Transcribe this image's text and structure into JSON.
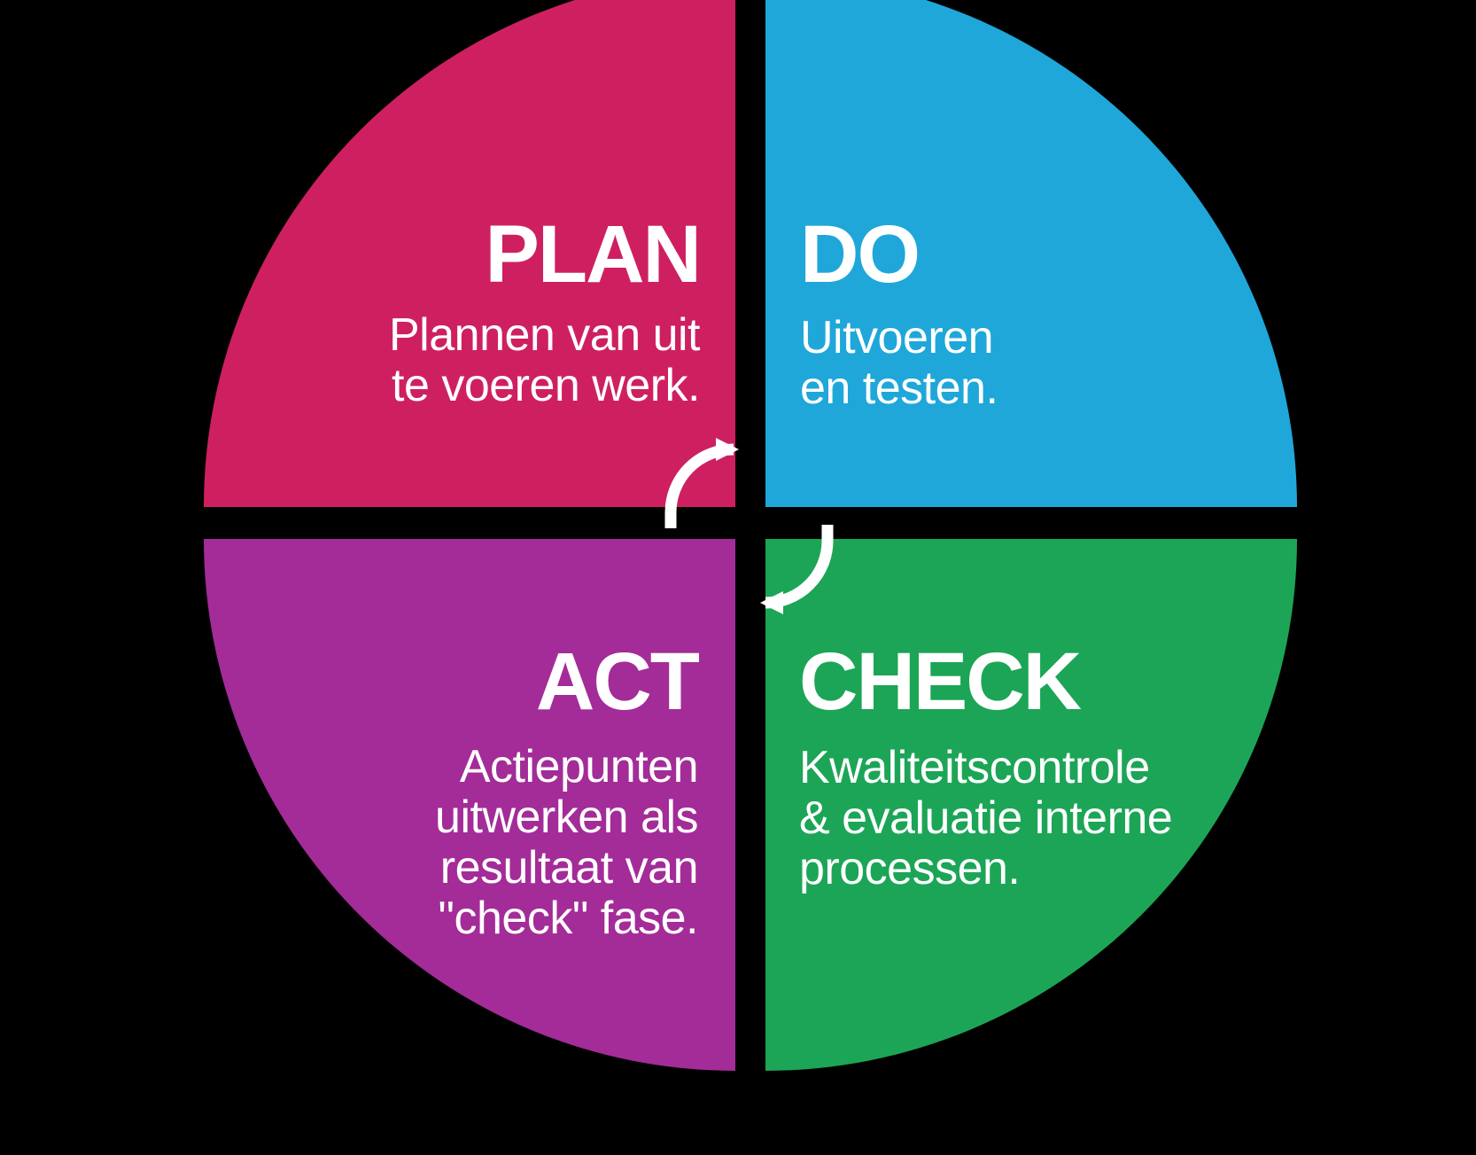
{
  "colors": {
    "background": "#000000",
    "text": "#ffffff",
    "arrow": "#ffffff"
  },
  "quadrants": {
    "plan": {
      "title": "PLAN",
      "color": "#ce2060",
      "lines": [
        "Plannen van uit",
        "te voeren werk."
      ]
    },
    "do": {
      "title": "DO",
      "color": "#1fa7d9",
      "lines": [
        "Uitvoeren",
        "en testen."
      ]
    },
    "act": {
      "title": "ACT",
      "color": "#a32c98",
      "lines": [
        "Actiepunten",
        "uitwerken als",
        "resultaat van",
        "\"check\" fase."
      ]
    },
    "check": {
      "title": "CHECK",
      "color": "#1ca556",
      "lines": [
        "Kwaliteitscontrole",
        "& evaluatie interne",
        "processen."
      ]
    }
  }
}
